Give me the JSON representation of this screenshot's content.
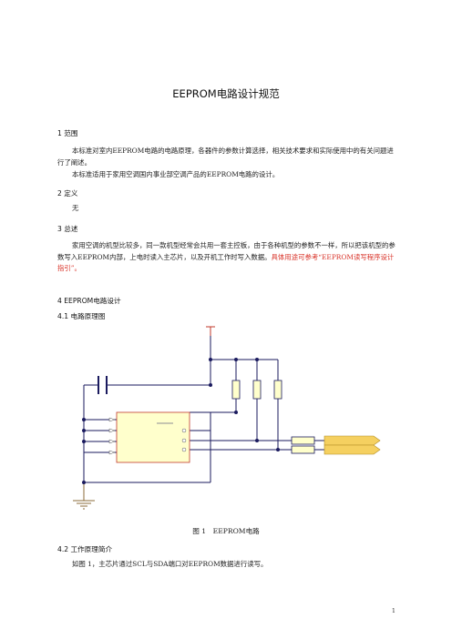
{
  "title": "EEPROM电路设计规范",
  "sections": {
    "s1_heading": "1 范围",
    "s1_p1": "本标准对室内EEPROM电路的电路原理，各器件的参数计算选择，相关技术要求和实际使用中的有关问题进行了阐述。",
    "s1_p2": "本标准适用于家用空调国内事业部空调产品的EEPROM电路的设计。",
    "s2_heading": "2 定义",
    "s2_text": "无",
    "s3_heading": "3 总述",
    "s3_p1_a": "家用空调的机型比较多，同一款机型经常会共用一套主控板，由于各种机型的参数不一样，所以把该机型的参数写入EEPROM内部，上电时读入主芯片，以及开机工作时写入数据。",
    "s3_p1_red": "具体用途可参考“EEPROM读写程序设计指引”。",
    "s4_heading": "4 EEPROM电路设计",
    "s41_heading": "4.1 电路原理图",
    "fig_caption": "图 1　EEPROM电路",
    "s42_heading": "4.2 工作原理简介",
    "s42_p1": "如图 1，主芯片通过SCL与SDA端口对EEPROM数据进行读写。"
  },
  "page_number": "1",
  "colors": {
    "wire": "#1a1a5e",
    "component_fill": "#ffffcc",
    "component_stroke": "#c0392b",
    "connector_fill": "#f5d060",
    "ground": "#8b6b3a",
    "red_text": "#d9352b"
  }
}
